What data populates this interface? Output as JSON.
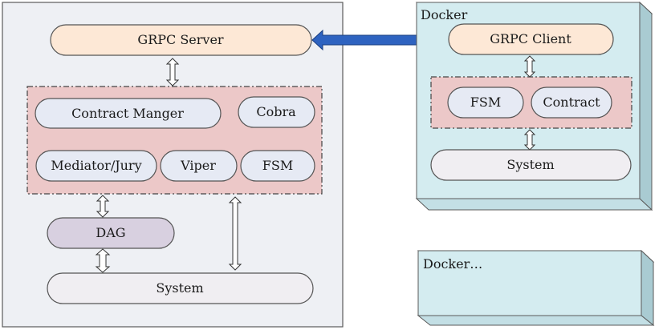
{
  "host": {
    "grpc_server": "GRPC Server",
    "contract_manager": "Contract Manger",
    "cobra": "Cobra",
    "mediator_jury": "Mediator/Jury",
    "viper": "Viper",
    "fsm": "FSM",
    "dag": "DAG",
    "system": "System"
  },
  "docker_primary": {
    "title": "Docker",
    "grpc_client": "GRPC Client",
    "fsm": "FSM",
    "contract": "Contract",
    "system": "System"
  },
  "docker_secondary": {
    "title": "Docker…"
  },
  "colors": {
    "host_panel": "#eef0f4",
    "docker_panel": "#d4ecf0",
    "docker_side": "#c3dfe5",
    "module_group": "#ecc8c8",
    "grpc_pill": "#fde8d6",
    "module_pill": "#e6eaf4",
    "dag_pill": "#d8d0e0",
    "system_pill": "#f0eef2",
    "link_arrow": "#2e63c0"
  }
}
